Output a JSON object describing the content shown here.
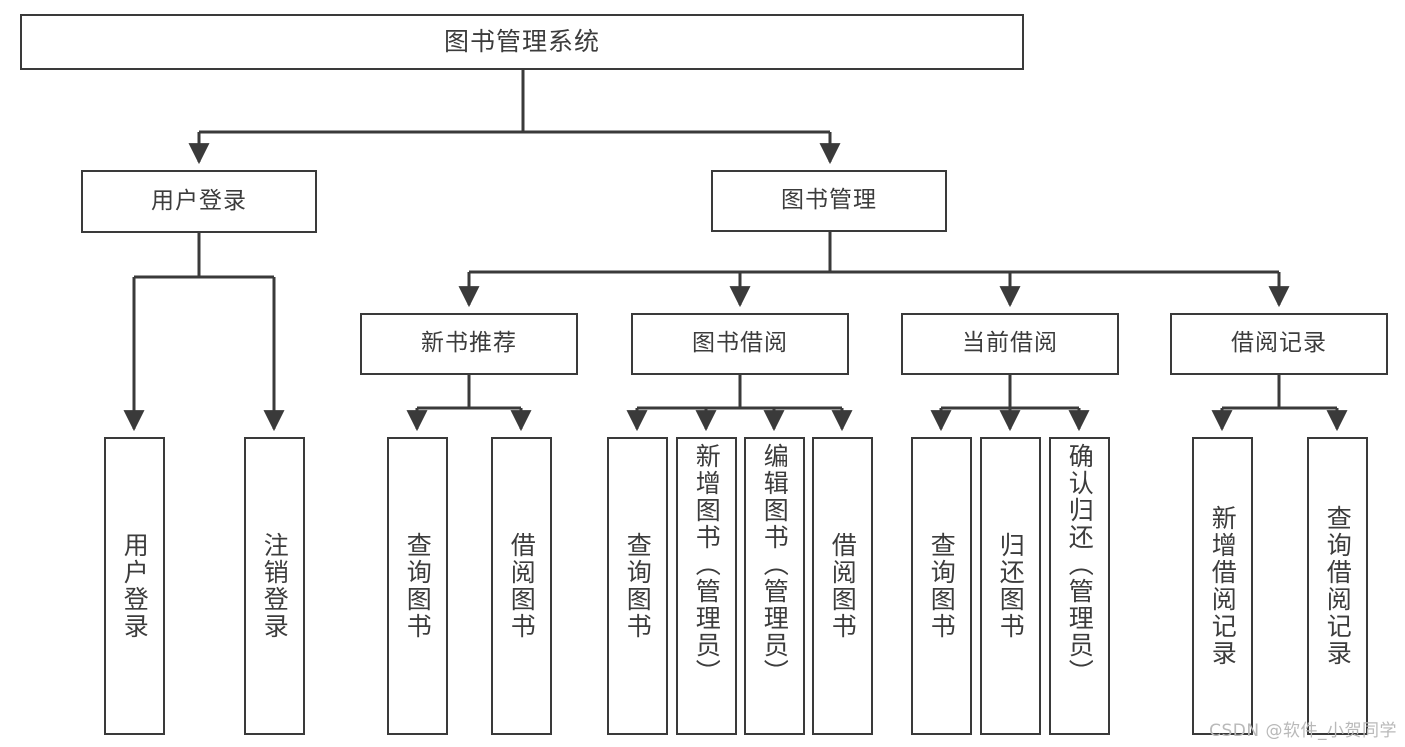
{
  "diagram": {
    "title": "图书管理系统",
    "type": "tree-hierarchy-chart",
    "watermark": "CSDN @软件_小贺同学",
    "colors": {
      "box_border": "#3a3a3a",
      "box_fill": "#ffffff",
      "text": "#3c3c3c",
      "edge": "#3a3a3a",
      "watermark": "#b9b9b9",
      "background": "#ffffff"
    },
    "root": {
      "label": "图书管理系统"
    },
    "level1": [
      {
        "label": "用户登录"
      },
      {
        "label": "图书管理"
      }
    ],
    "level2": [
      {
        "label": "新书推荐"
      },
      {
        "label": "图书借阅"
      },
      {
        "label": "当前借阅"
      },
      {
        "label": "借阅记录"
      }
    ],
    "leaves": {
      "user_login": [
        {
          "label": "用户登录"
        },
        {
          "label": "注销登录"
        }
      ],
      "new_book_recommend": [
        {
          "label": "查询图书"
        },
        {
          "label": "借阅图书"
        }
      ],
      "book_borrow": [
        {
          "label": "查询图书"
        },
        {
          "label": "新增图书（管理员）"
        },
        {
          "label": "编辑图书（管理员）"
        },
        {
          "label": "借阅图书"
        }
      ],
      "current_borrow": [
        {
          "label": "查询图书"
        },
        {
          "label": "归还图书"
        },
        {
          "label": "确认归还（管理员）"
        }
      ],
      "borrow_record": [
        {
          "label": "新增借阅记录"
        },
        {
          "label": "查询借阅记录"
        }
      ]
    }
  }
}
